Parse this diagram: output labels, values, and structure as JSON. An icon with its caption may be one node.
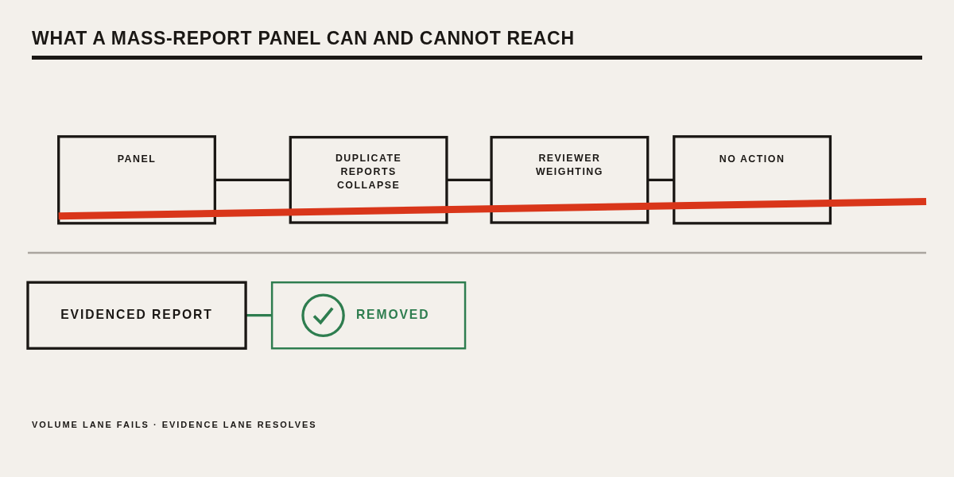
{
  "diagram": {
    "title": "WHAT A MASS-REPORT PANEL CAN AND CANNOT REACH",
    "caption": "VOLUME LANE FAILS · EVIDENCE LANE RESOLVES",
    "nodes": [
      {
        "text": [
          "PANEL"
        ]
      },
      {
        "text": [
          "DUPLICATE REPORTS COLLAPSE"
        ]
      },
      {
        "text": [
          "REVIEWER WEIGHTING"
        ]
      },
      {
        "text": [
          "NO ACTION"
        ]
      },
      {
        "text": [
          "EVIDENCED REPORT"
        ]
      },
      {
        "text": [
          "REMOVED"
        ]
      }
    ],
    "edges": [
      {
        "from": 0,
        "to": 1,
        "arrow": "none"
      },
      {
        "from": 1,
        "to": 2,
        "arrow": "none"
      },
      {
        "from": 2,
        "to": 3,
        "arrow": "none"
      },
      {
        "from": 4,
        "to": 5,
        "arrow": "none",
        "color": "#2e7d4f"
      }
    ]
  }
}
